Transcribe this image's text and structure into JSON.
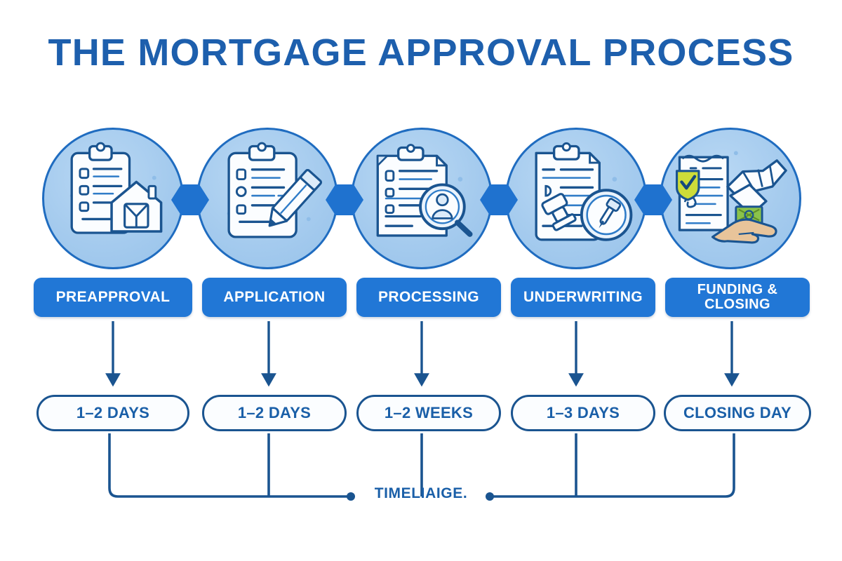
{
  "title": "THE MORTGAGE APPROVAL PROCESS",
  "brand": "TIMELIAIGE.",
  "colors": {
    "title_blue": "#1d5fad",
    "badge_blue": "#2177d6",
    "connector_blue": "#1f72cf",
    "line_blue": "#1a5490",
    "circle_fill": "#a5cbee",
    "circle_stroke": "#1f6cc0",
    "pill_text": "#1a5fa8",
    "check_green": "#cddc39",
    "money_green": "#8bc34a",
    "skin_tone": "#e8c49a"
  },
  "steps": [
    {
      "label": "PREAPPROVAL",
      "duration": "1–2 DAYS",
      "icon": "clipboard-house-icon"
    },
    {
      "label": "APPLICATION",
      "duration": "1–2 DAYS",
      "icon": "clipboard-pencil-icon"
    },
    {
      "label": "PROCESSING",
      "duration": "1–2 WEEKS",
      "icon": "document-magnifier-person-icon"
    },
    {
      "label": "UNDERWRITING",
      "duration": "1–3 DAYS",
      "icon": "clipboard-stamp-icon"
    },
    {
      "label": "FUNDING & CLOSING",
      "label_line1": "FUNDING &",
      "label_line2": "CLOSING",
      "duration": "CLOSING DAY",
      "icon": "handshake-money-document-icon"
    }
  ]
}
